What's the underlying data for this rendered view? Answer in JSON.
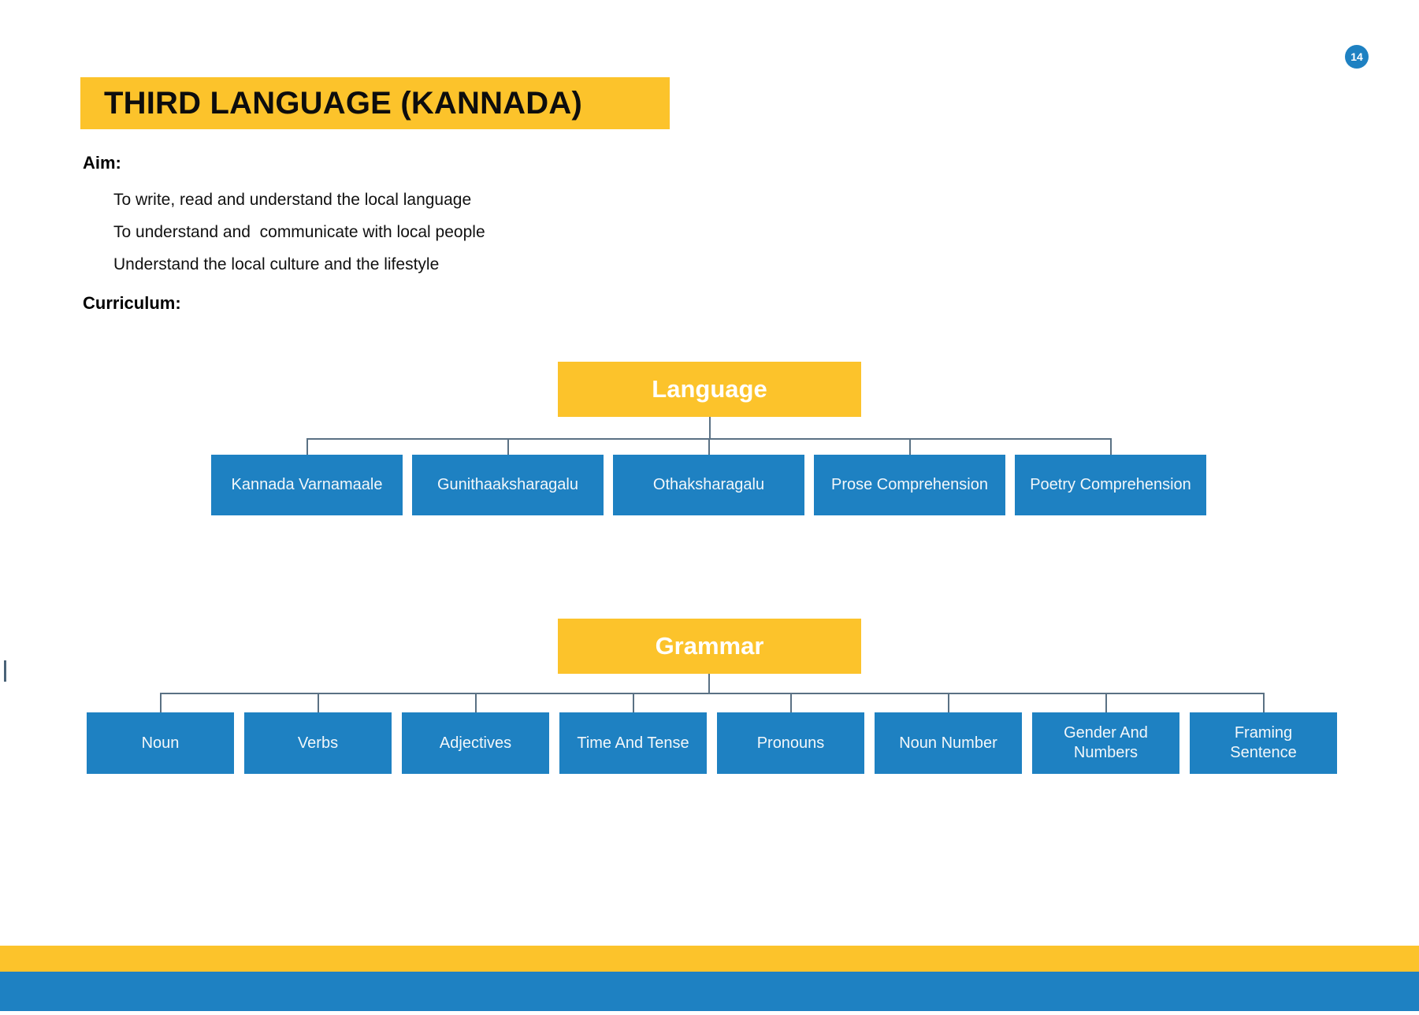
{
  "page": {
    "number": "14",
    "title": "THIRD LANGUAGE (KANNADA)"
  },
  "aim": {
    "label": "Aim:",
    "items": [
      "To write, read and understand the local language",
      "To understand and  communicate with local people",
      "Understand the local culture and the lifestyle"
    ]
  },
  "curriculum": {
    "label": "Curriculum:"
  },
  "charts": [
    {
      "root": "Language",
      "children": [
        "Kannada Varnamaale",
        "Gunithaaksharagalu",
        "Othaksharagalu",
        "Prose Comprehension",
        "Poetry Comprehension"
      ]
    },
    {
      "root": "Grammar",
      "children": [
        "Noun",
        "Verbs",
        "Adjectives",
        "Time And Tense",
        "Pronouns",
        "Noun Number",
        "Gender And\nNumbers",
        "Framing\nSentence"
      ]
    }
  ],
  "colors": {
    "accent_yellow": "#FCC32B",
    "accent_blue": "#1E81C2",
    "connector": "#5A7184"
  }
}
